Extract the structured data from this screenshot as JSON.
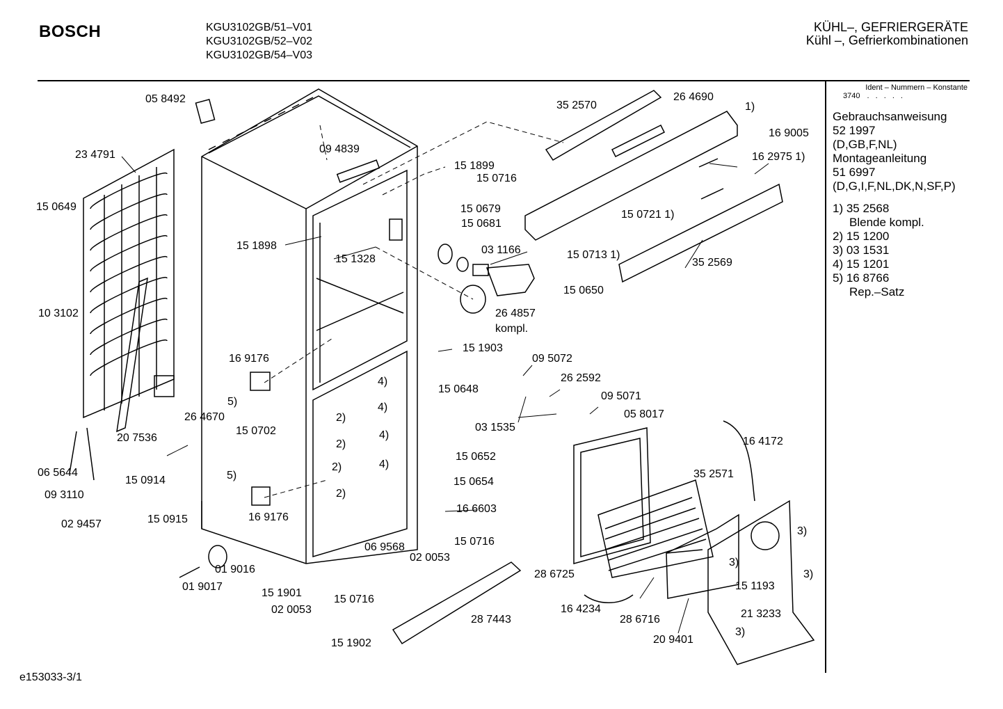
{
  "header": {
    "brand": "BOSCH",
    "models": [
      "KGU3102GB/51–V01",
      "KGU3102GB/52–V02",
      "KGU3102GB/54–V03"
    ],
    "category_line1": "KÜHL–, GEFRIERGERÄTE",
    "category_line2": "Kühl –, Gefrierkombinationen"
  },
  "side_panel": {
    "ident_header": "Ident – Nummern – Konstante",
    "konstante": "3740",
    "konstante_dots": ". . . . .",
    "lines": [
      "Gebrauchsanweisung",
      "52 1997",
      "(D,GB,F,NL)",
      "Montageanleitung",
      "51 6997",
      "(D,G,I,F,NL,DK,N,SF,P)"
    ],
    "notes": [
      "1) 35 2568",
      "    Blende kompl.",
      "2) 15 1200",
      "3) 03 1531",
      "4) 15 1201",
      "5) 16 8766",
      "    Rep.–Satz"
    ]
  },
  "footer": {
    "reference": "e153033-3/1"
  },
  "labels": [
    "05 8492",
    "23 4791",
    "15 0649",
    "10 3102",
    "06 5644",
    "09 3110",
    "02 9457",
    "20 7536",
    "26 4670",
    "15 0914",
    "15 0915",
    "01 9016",
    "01 9017",
    "15 1901",
    "02 0053",
    "15 0716",
    "15 1902",
    "28 7443",
    "09 4839",
    "15 1898",
    "15 1328",
    "16 9176",
    "5)",
    "15 0702",
    "2)",
    "2)",
    "2)",
    "2)",
    "5)",
    "16 9176",
    "4)",
    "4)",
    "4)",
    "4)",
    "06 9568",
    "35 2570",
    "26 4690",
    "1)",
    "16 9005",
    "16 2975 1)",
    "15 1899",
    "15 0716",
    "15 0679",
    "15 0681",
    "15 0721 1)",
    "03 1166",
    "15 0713 1)",
    "35 2569",
    "15 0650",
    "26 4857",
    "kompl.",
    "15 1903",
    "15 0648",
    "09 5072",
    "26 2592",
    "09 5071",
    "03 1535",
    "05 8017",
    "16 4172",
    "15 0652",
    "15 0654",
    "16 6603",
    "15 0716",
    "02 0053",
    "35 2571",
    "28 6725",
    "16 4234",
    "28 6716",
    "20 9401",
    "3)",
    "3)",
    "15 1193",
    "3)",
    "21 3233",
    "3)"
  ]
}
